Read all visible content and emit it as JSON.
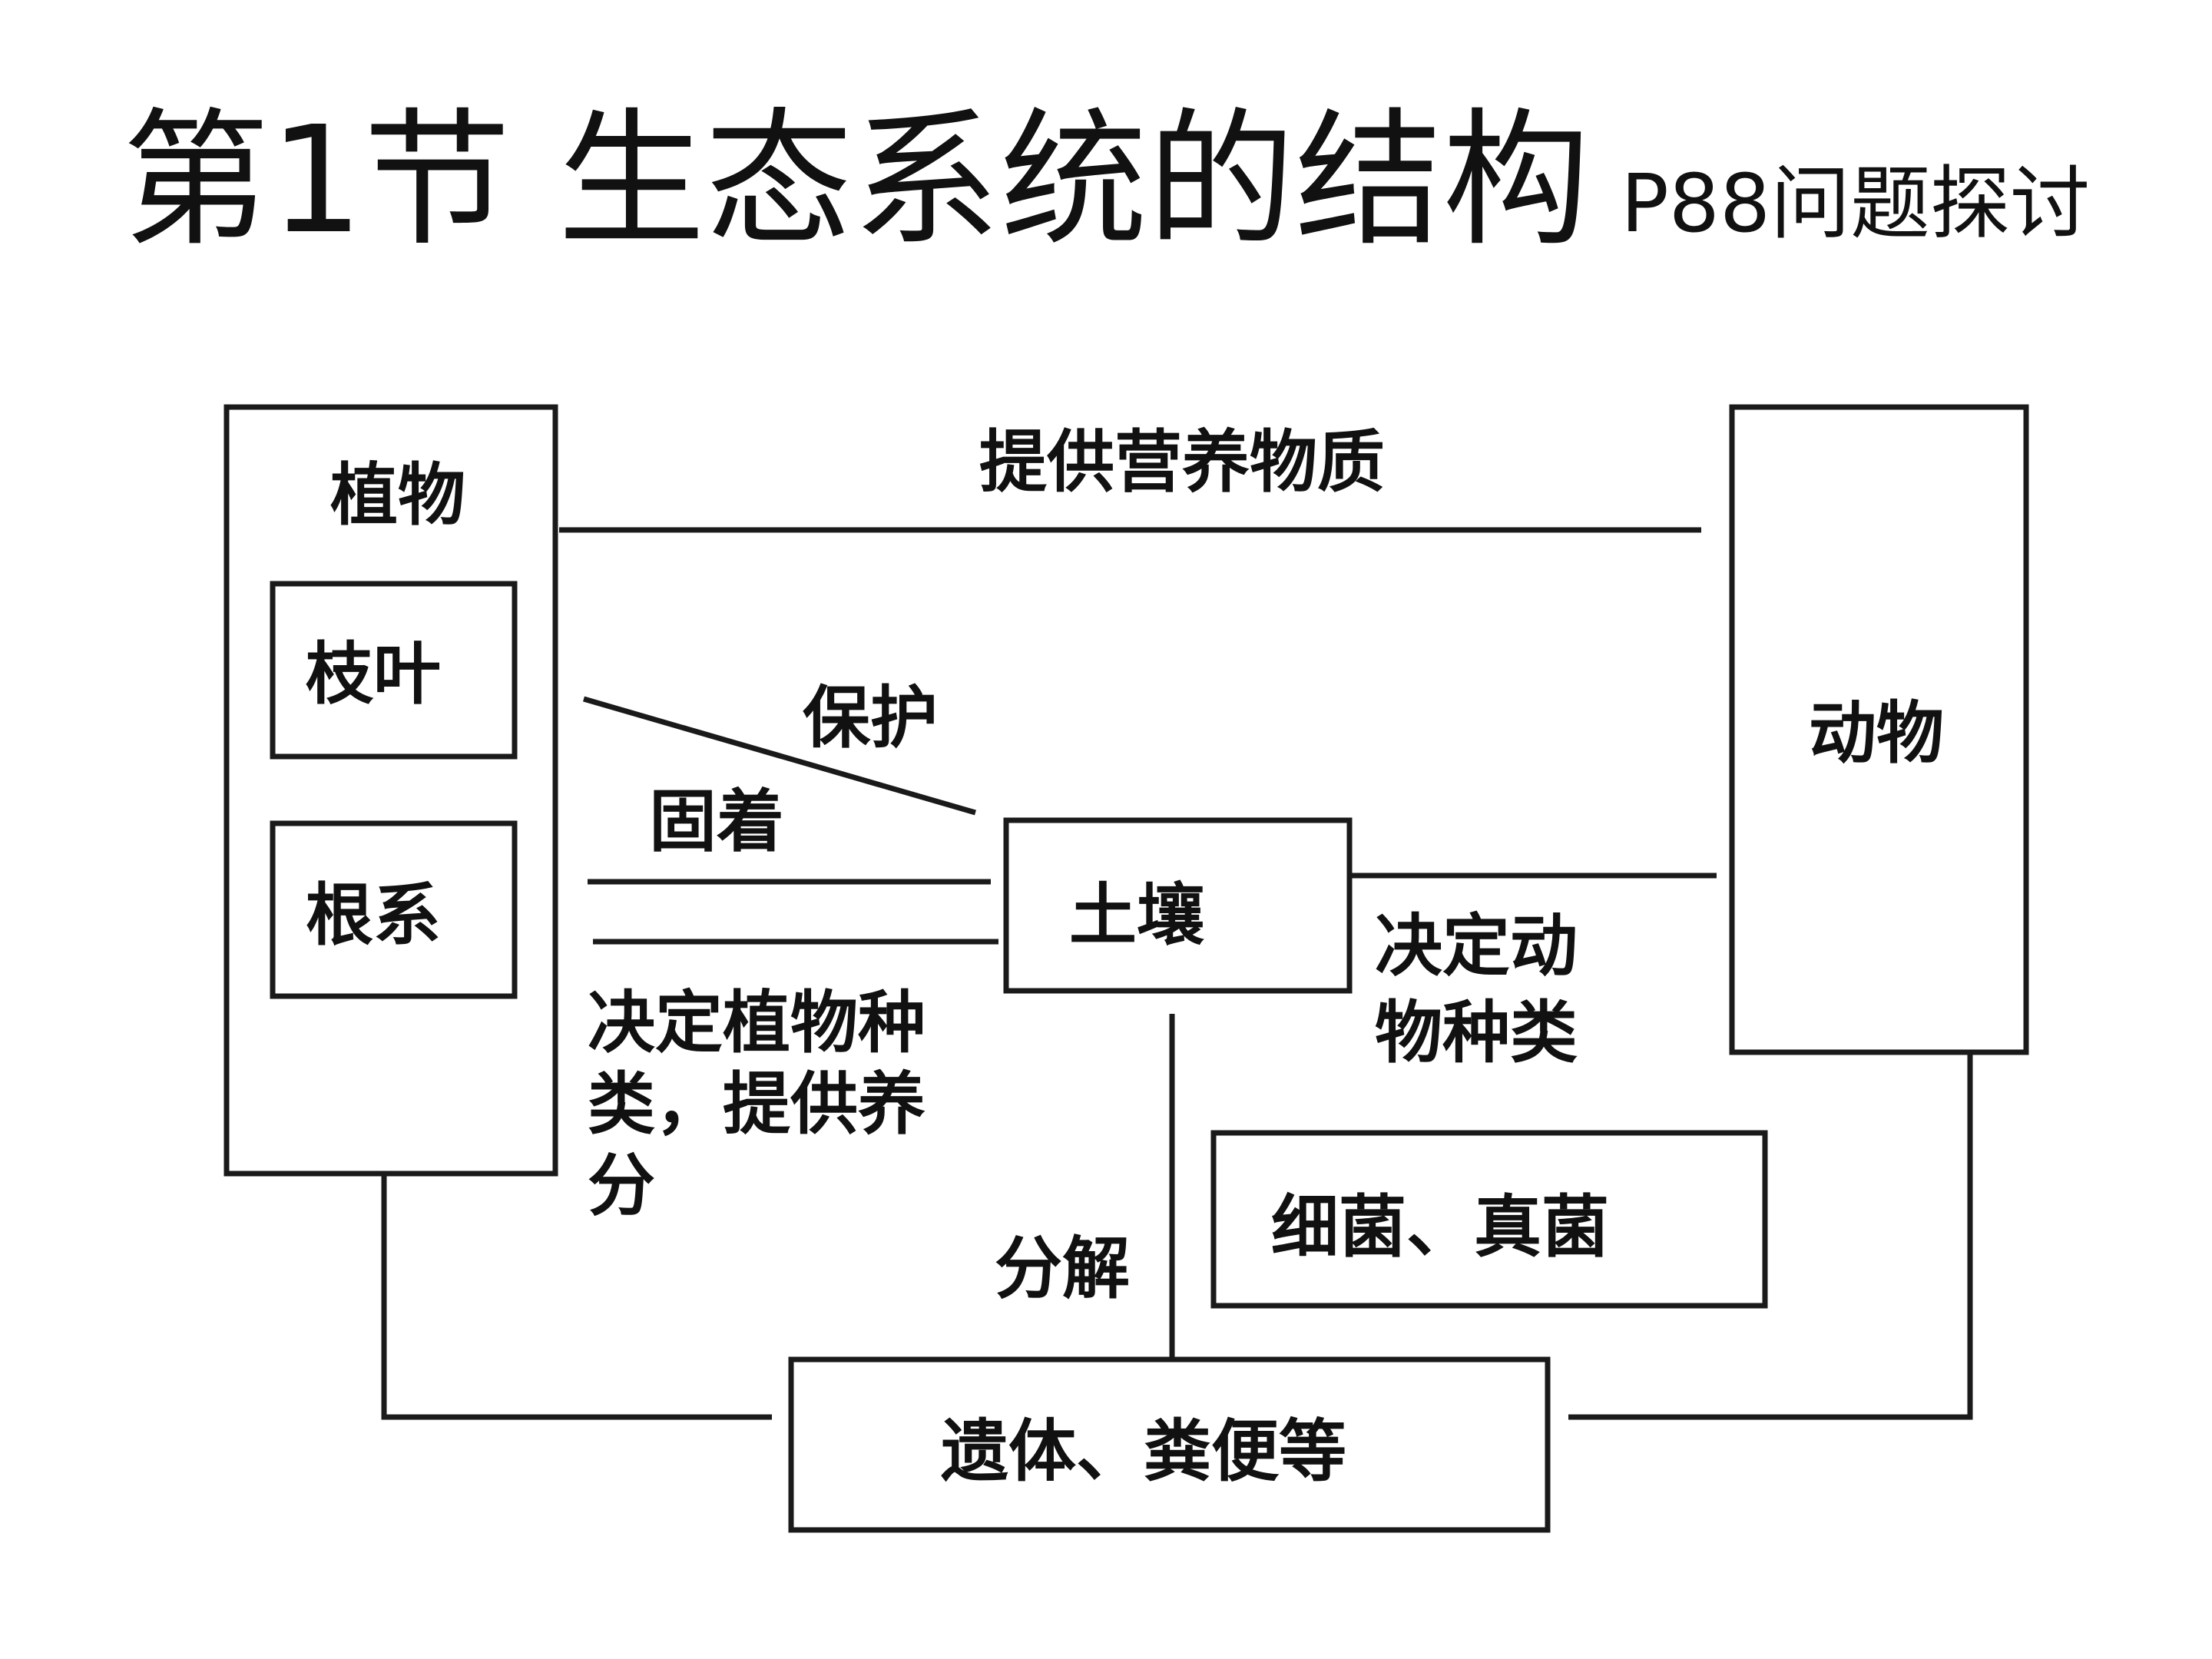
{
  "title": {
    "main": "第1节 生态系统的结构",
    "sub": "P88问题探讨"
  },
  "diagram": {
    "nodes": {
      "plant": "植物",
      "leaves": "枝叶",
      "roots": "根系",
      "soil": "土壤",
      "animal": "动物",
      "microbes": "细菌、真菌",
      "remains": "遗体、粪便等"
    },
    "edges": {
      "plant_to_animal": "提供营养物质",
      "protect": "保护",
      "fix": "固着",
      "soil_to_plant": [
        "决定植物种",
        "类，提供养",
        "分"
      ],
      "soil_to_animal": [
        "决定动",
        "物种类"
      ],
      "decompose": "分解"
    }
  }
}
